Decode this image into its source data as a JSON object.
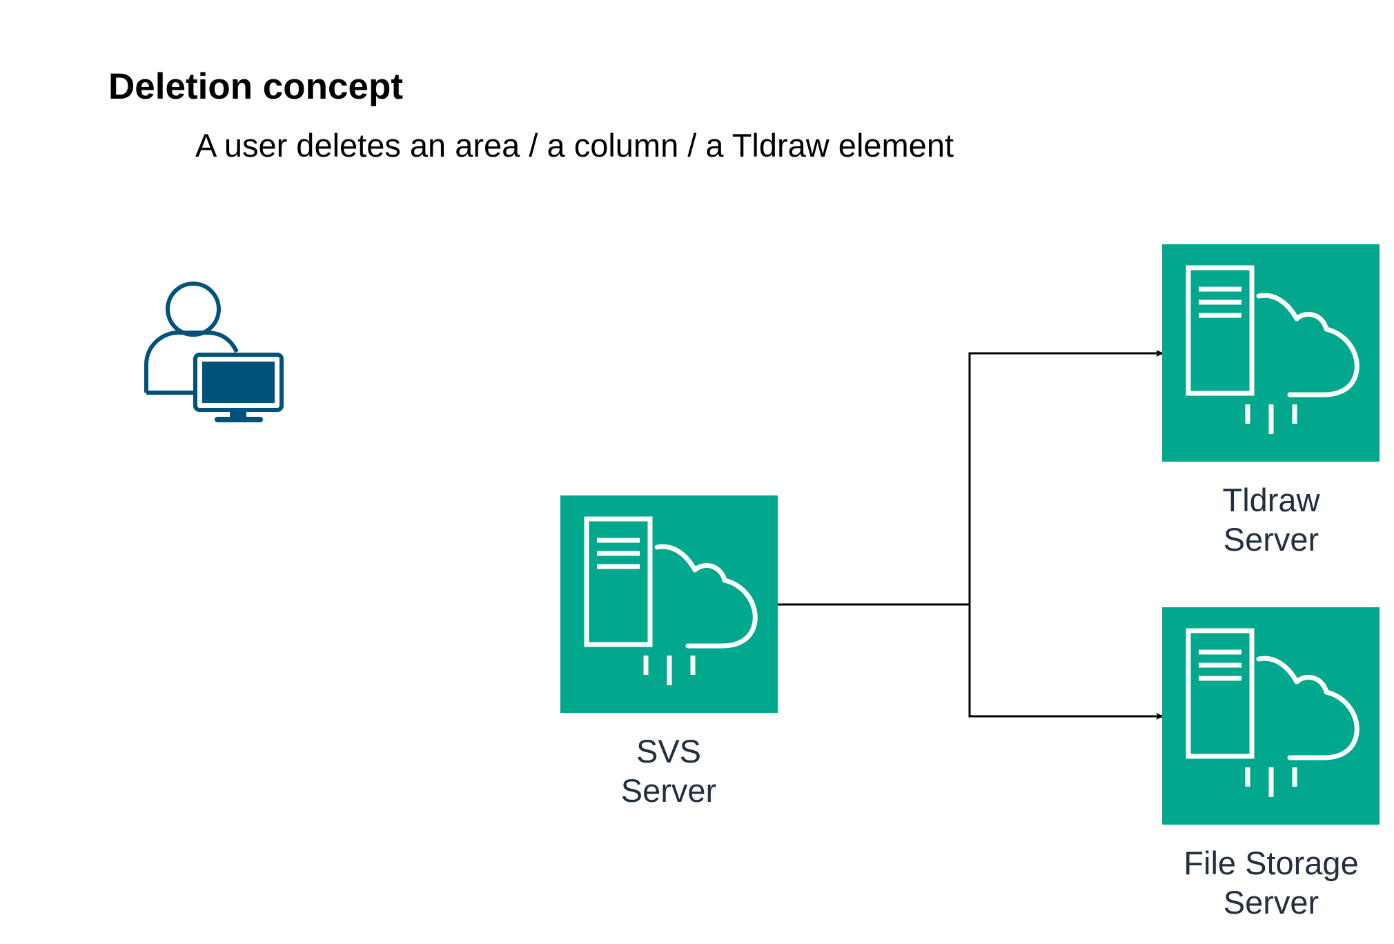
{
  "heading": {
    "title": "Deletion concept",
    "subtitle": "A user deletes an area / a column / a Tldraw element"
  },
  "nodes": {
    "user": {
      "icon": "user-at-computer-icon",
      "color": "#00527a"
    },
    "svs": {
      "label_line1": "SVS",
      "label_line2": "Server",
      "icon": "server-cloud-icon",
      "color": "#01a88d"
    },
    "tldraw": {
      "label_line1": "Tldraw",
      "label_line2": "Server",
      "icon": "server-cloud-icon",
      "color": "#01a88d"
    },
    "file_storage": {
      "label_line1": "File Storage",
      "label_line2": "Server",
      "icon": "server-cloud-icon",
      "color": "#01a88d"
    }
  },
  "edges": [
    {
      "from": "SVS Server",
      "to": "Tldraw Server"
    },
    {
      "from": "SVS Server",
      "to": "File Storage Server"
    }
  ]
}
